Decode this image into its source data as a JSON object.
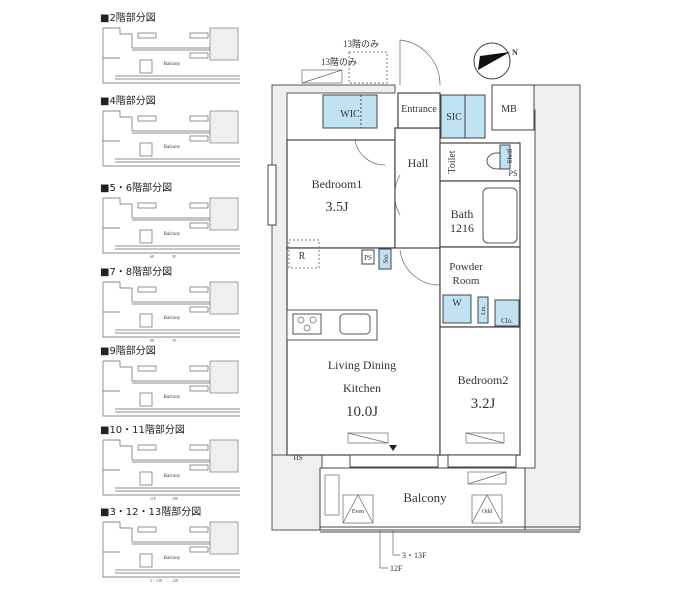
{
  "partial_plans": [
    {
      "heading": "■2階部分図",
      "balcony": "Balcony",
      "tags": []
    },
    {
      "heading": "■4階部分図",
      "balcony": "Balcony",
      "tags": []
    },
    {
      "heading": "■5・6階部分図",
      "balcony": "Balcony",
      "tags": [
        "6F",
        "5F"
      ]
    },
    {
      "heading": "■7・8階部分図",
      "balcony": "Balcony",
      "tags": [
        "8F",
        "7F"
      ]
    },
    {
      "heading": "■9階部分図",
      "balcony": "Balcony",
      "tags": []
    },
    {
      "heading": "■10・11階部分図",
      "balcony": "Balcony",
      "tags": [
        "11F",
        "10F"
      ]
    },
    {
      "heading": "■3・12・13階部分図",
      "balcony": "Balcony",
      "tags": [
        "3・13F",
        "12F"
      ]
    }
  ],
  "main_plan": {
    "note_13f_a": "13階のみ",
    "note_13f_b": "13階のみ",
    "compass": "N",
    "rooms": {
      "wic": "WIC",
      "entrance": "Entrance",
      "sic": "SIC",
      "mb": "MB",
      "hall": "Hall",
      "toilet": "Toilet",
      "shelf": "Shelf",
      "ps_toilet": "PS",
      "bedroom1": "Bedroom1",
      "bedroom1_size": "3.5J",
      "bath": "Bath",
      "bath_size": "1216",
      "r": "R",
      "ps": "PS",
      "sto": "Sto",
      "powder_room_1": "Powder",
      "powder_room_2": "Room",
      "w": "W",
      "lin": "Lin.",
      "clo": "Clo.",
      "ldk_1": "Living Dining",
      "ldk_2": "Kitchen",
      "ldk_size": "10.0J",
      "bedroom2": "Bedroom2",
      "bedroom2_size": "3.2J",
      "hs": "HS",
      "balcony": "Balcony",
      "even": "Even",
      "odd": "Odd"
    },
    "floor_tag_a": "3・13F",
    "floor_tag_b": "12F"
  },
  "colors": {
    "storage_blue": "#bfe3f2"
  }
}
